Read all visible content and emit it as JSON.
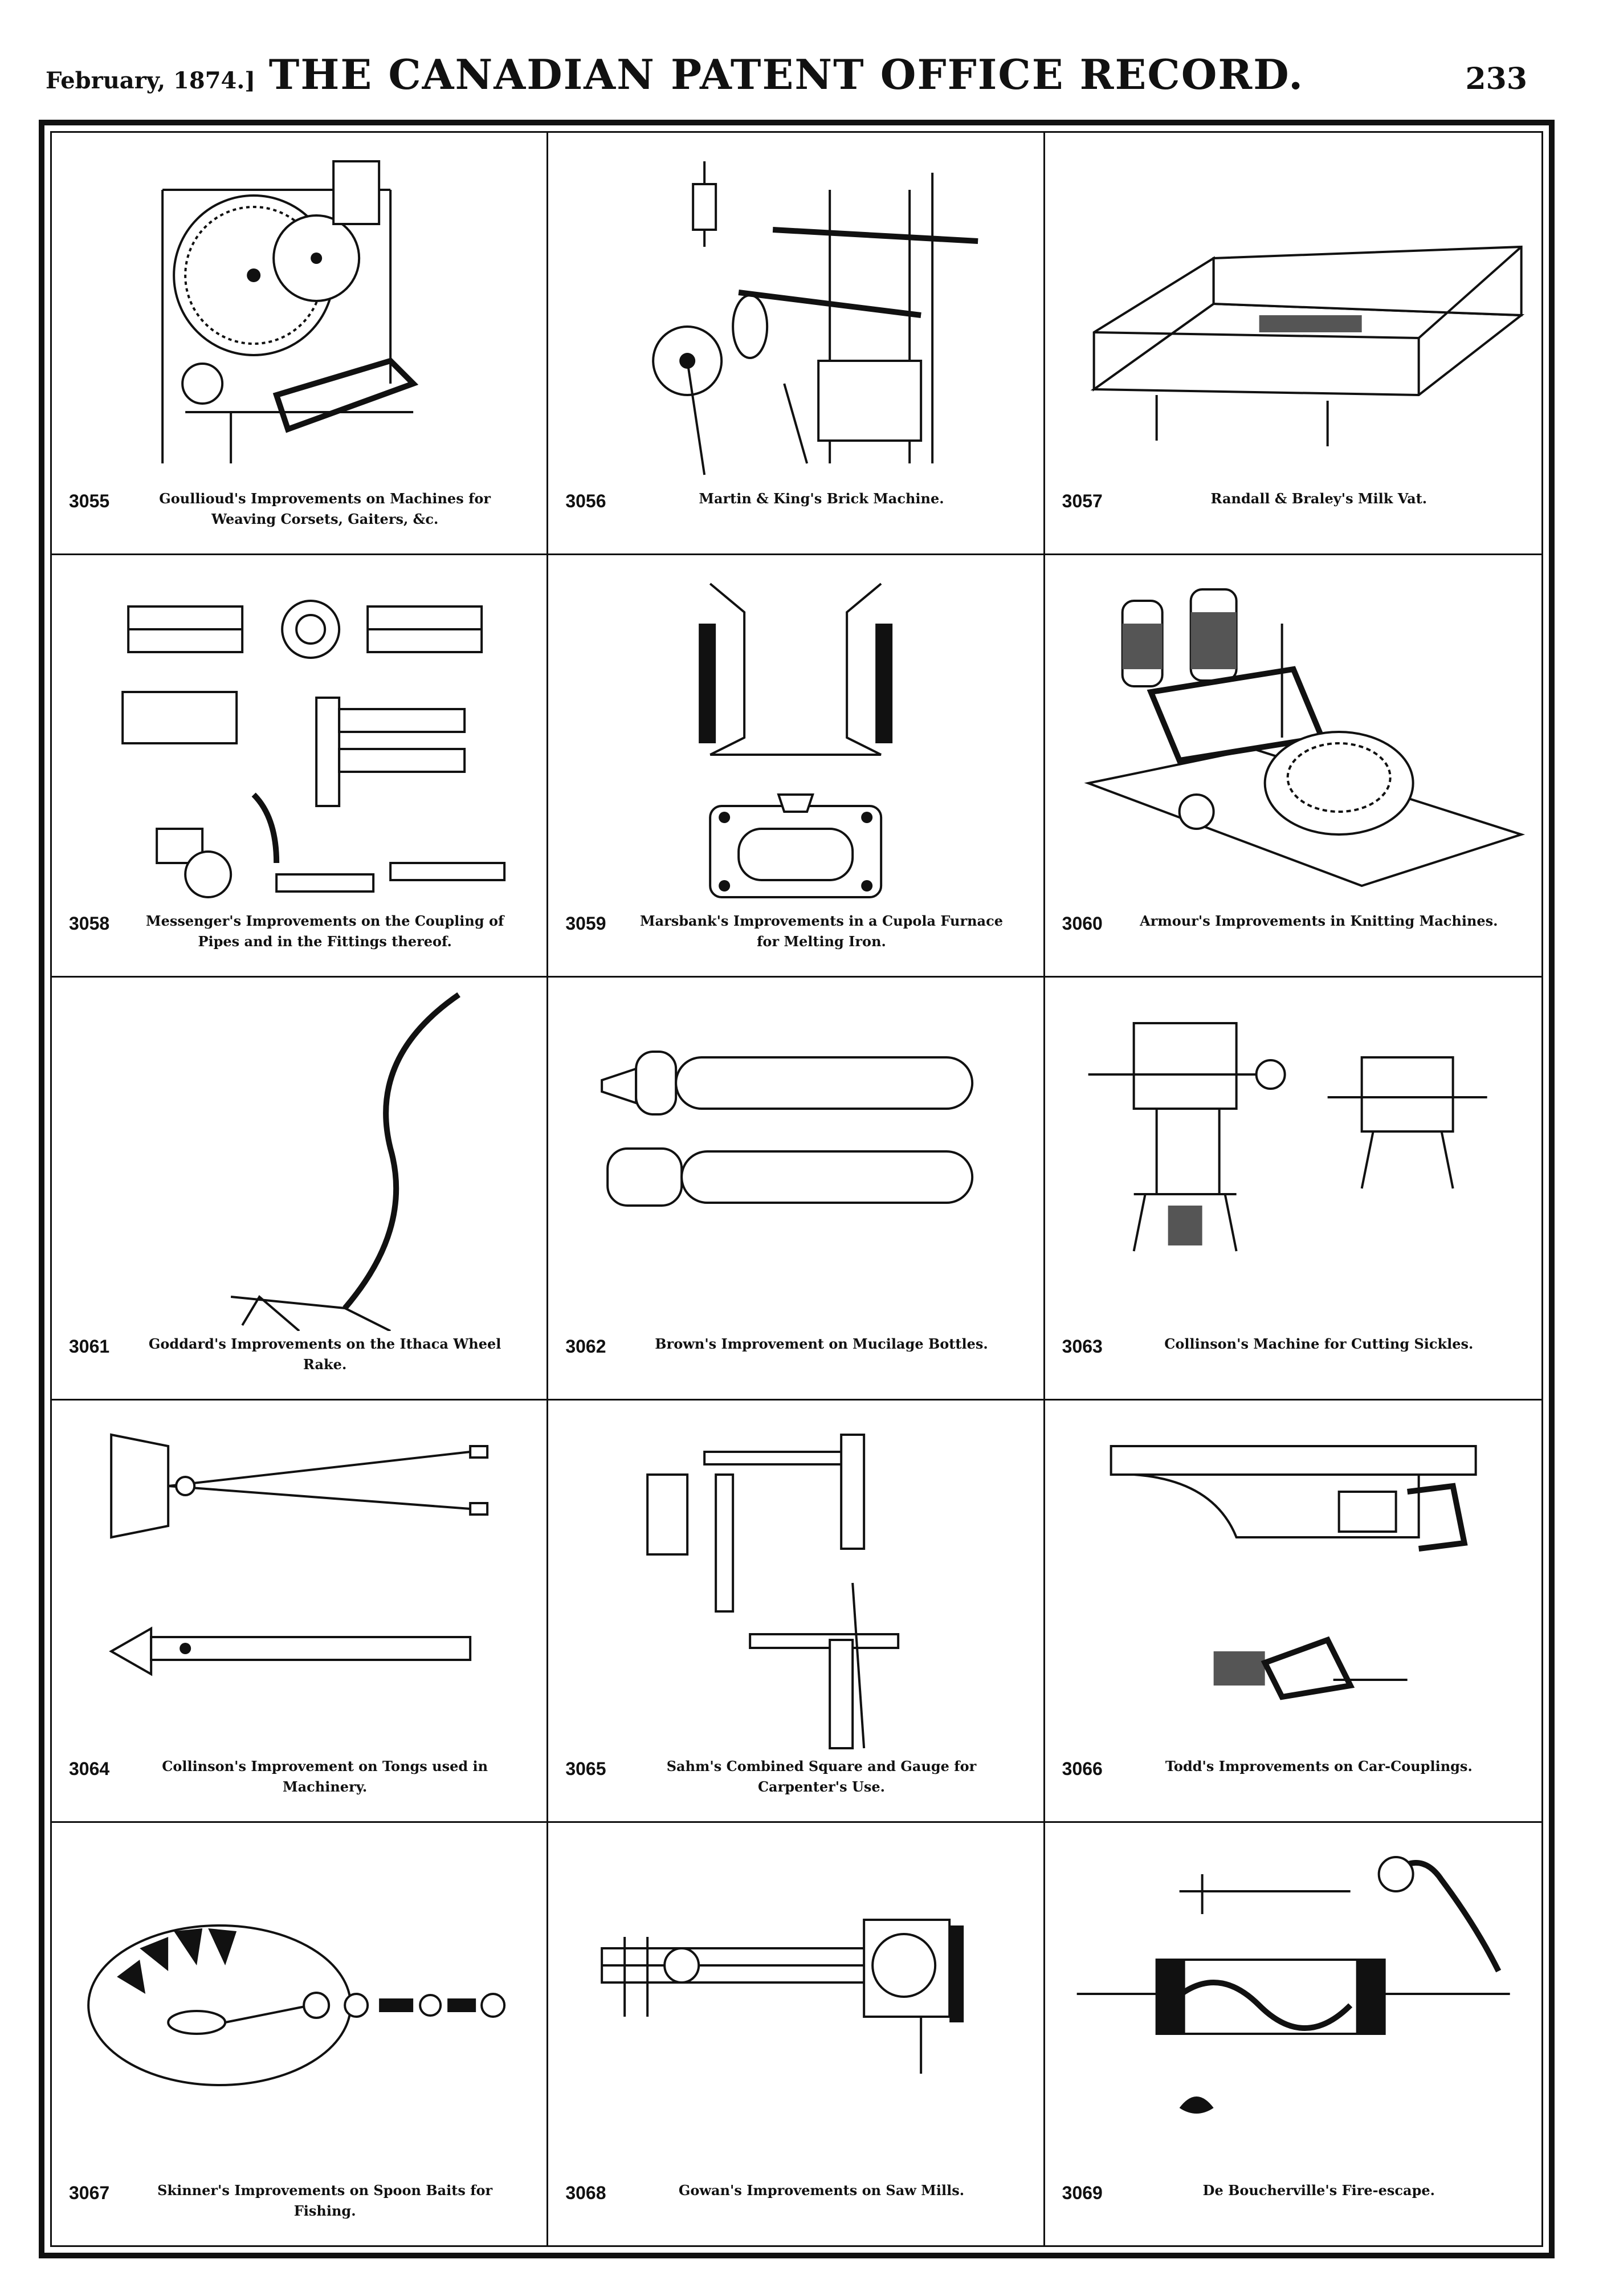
{
  "header": {
    "date": "February, 1874.]",
    "title": "THE CANADIAN PATENT OFFICE RECORD.",
    "page": "233"
  },
  "patents": [
    {
      "number": "3055",
      "title": "Goullioud's Improvements on Machines for Weaving Corsets, Gaiters, &c.",
      "icon": "weaving-machine"
    },
    {
      "number": "3056",
      "title": "Martin & King's Brick Machine.",
      "icon": "brick-machine"
    },
    {
      "number": "3057",
      "title": "Randall & Braley's Milk Vat.",
      "icon": "milk-vat"
    },
    {
      "number": "3058",
      "title": "Messenger's Improvements on the Coupling of Pipes and in the Fittings thereof.",
      "icon": "pipe-coupling"
    },
    {
      "number": "3059",
      "title": "Marsbank's Improvements in a Cupola Furnace for Melting Iron.",
      "icon": "cupola-furnace"
    },
    {
      "number": "3060",
      "title": "Armour's Improvements in Knitting Machines.",
      "icon": "knitting-machine"
    },
    {
      "number": "3061",
      "title": "Goddard's Improvements on the Ithaca Wheel Rake.",
      "icon": "wheel-rake"
    },
    {
      "number": "3062",
      "title": "Brown's Improvement on Mucilage Bottles.",
      "icon": "mucilage-bottle"
    },
    {
      "number": "3063",
      "title": "Collinson's Machine for Cutting Sickles.",
      "icon": "sickle-machine"
    },
    {
      "number": "3064",
      "title": "Collinson's Improvement on Tongs used in Machinery.",
      "icon": "tongs"
    },
    {
      "number": "3065",
      "title": "Sahm's Combined Square and Gauge for Carpenter's Use.",
      "icon": "square-gauge"
    },
    {
      "number": "3066",
      "title": "Todd's Improvements on Car-Couplings.",
      "icon": "car-coupling"
    },
    {
      "number": "3067",
      "title": "Skinner's Improvements on Spoon Baits for Fishing.",
      "icon": "spoon-bait"
    },
    {
      "number": "3068",
      "title": "Gowan's Improvements on Saw Mills.",
      "icon": "saw-mill"
    },
    {
      "number": "3069",
      "title": "De Boucherville's Fire-escape.",
      "icon": "fire-escape"
    }
  ]
}
